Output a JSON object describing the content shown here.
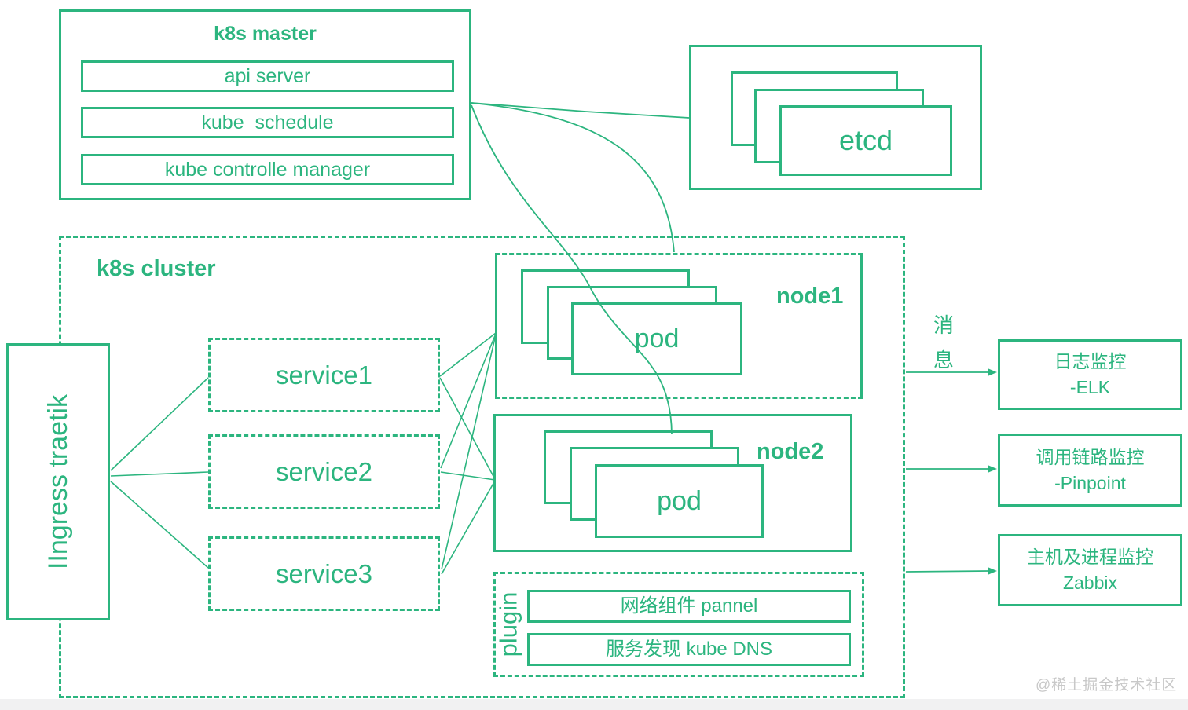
{
  "diagram": {
    "master": {
      "title": "k8s master",
      "components": [
        "api server",
        "kube  schedule",
        "kube controlle manager"
      ]
    },
    "etcd_label": "etcd",
    "cluster_title": "k8s cluster",
    "ingress_label": "IIngress traetik",
    "services": [
      "service1",
      "service2",
      "service3"
    ],
    "nodes": [
      {
        "label": "node1",
        "pod_label": "pod"
      },
      {
        "label": "node2",
        "pod_label": "pod"
      }
    ],
    "plugin": {
      "title": "plugin",
      "items": [
        "网络组件 pannel",
        "服务发现 kube DNS"
      ]
    },
    "message_label": "消息",
    "monitors": [
      {
        "line1": "日志监控",
        "line2": "-ELK"
      },
      {
        "line1": "调用链路监控",
        "line2": "-Pinpoint"
      },
      {
        "line1": "主机及进程监控",
        "line2": "Zabbix"
      }
    ],
    "watermark": "@稀土掘金技术社区",
    "colors": {
      "accent": "#2cb57f",
      "watermark": "#c8c8c8",
      "background": "#ffffff",
      "bottom_strip": "#f1f1f2"
    }
  }
}
